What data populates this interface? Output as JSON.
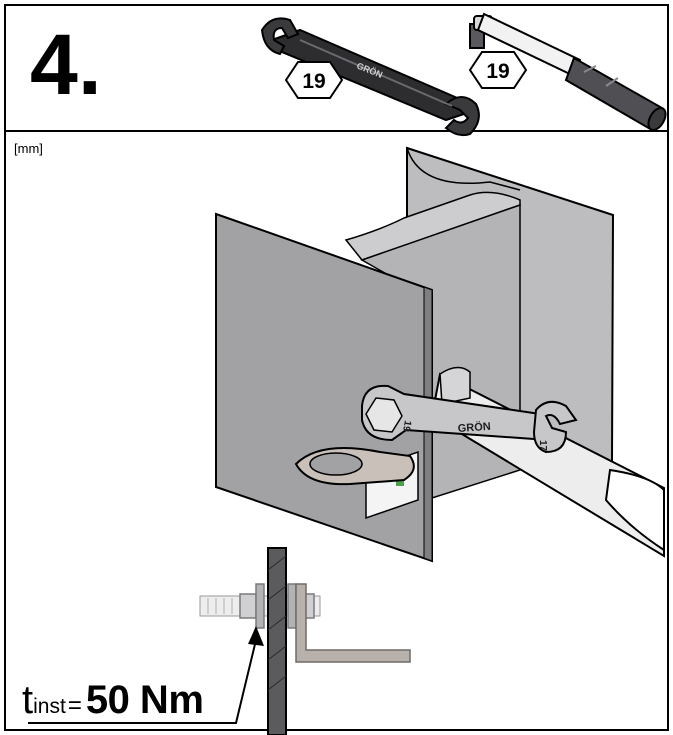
{
  "step": {
    "number": "4."
  },
  "tools": [
    {
      "name": "open-end-wrench",
      "size": "19",
      "brand": "GRÖN",
      "end_mark": "19"
    },
    {
      "name": "torque-wrench",
      "size": "19"
    }
  ],
  "scene": {
    "unit": "[mm]",
    "wrench_brand": "GRÖN",
    "wrench_end_mark": "17",
    "wrench_head_mark": "19"
  },
  "torque": {
    "symbol": "t",
    "subscript": "inst",
    "equals": "=",
    "value": "50 Nm"
  },
  "colors": {
    "steel_front": "#a3a3a5",
    "steel_back": "#bcbcbe",
    "steel_dark": "#7d7d80",
    "outline": "#000000",
    "wrench": "#c7c7c9",
    "handle": "#4a4a4d"
  }
}
